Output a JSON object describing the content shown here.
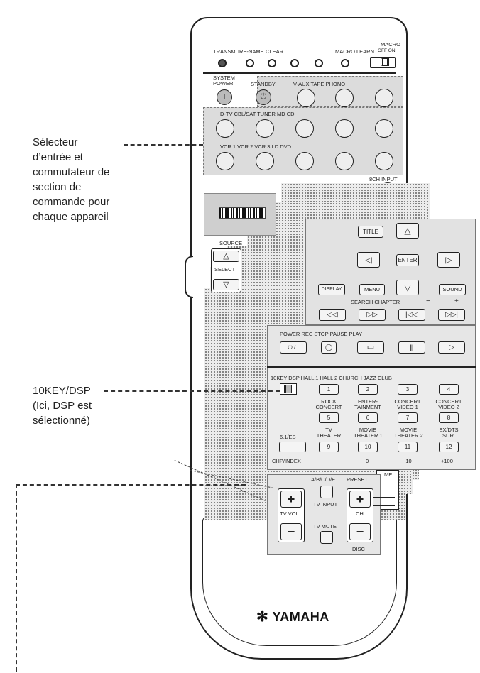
{
  "callouts": {
    "selector": [
      "Sélecteur",
      "d’entrée et",
      "commutateur de",
      "section de",
      "commande pour",
      "chaque appareil"
    ],
    "tenkey": [
      "10KEY/DSP",
      "(Ici, DSP est",
      "sélectionné)"
    ]
  },
  "top": {
    "transmit": "TRANSMIT",
    "rename": "RE-NAME",
    "clear": "CLEAR",
    "macro_learn": "MACRO LEARN",
    "macro": "MACRO",
    "off_on": "OFF ON"
  },
  "power": {
    "system_power": [
      "SYSTEM",
      "POWER"
    ],
    "system_power_symbol": "I",
    "standby": "STANDBY",
    "standby_symbol": "⏻"
  },
  "inputs": {
    "row1": "V-AUX TAPE PHONO",
    "row2": "D-TV CBL/SAT TUNER  MD  CD",
    "row3": "VCR 1  VCR 2  VCR 3  LD  DVD"
  },
  "eight_input": "8CH INPUT",
  "source": {
    "label": "SOURCE",
    "select": "SELECT",
    "up": "△",
    "down": "▽"
  },
  "dvd": {
    "title": "TITLE",
    "enter": "ENTER",
    "display": "DISPLAY",
    "menu": "MENU",
    "sound": "SOUND",
    "up": "△",
    "down": "▽",
    "left": "◁",
    "right": "▷",
    "search_chapter": "SEARCH CHAPTER",
    "minus": "−",
    "plus": "+",
    "rew": "◁◁",
    "ff": "▷▷",
    "prev": "|◁◁",
    "next": "▷▷|",
    "transport_label": "POWER  REC  STOP  PAUSE  PLAY",
    "power_sym": "⏻ / I",
    "rec_sym": "◯",
    "stop_sym": "▭",
    "pause_sym": "||",
    "play_sym": "▷"
  },
  "dsp": {
    "header": "10KEY DSP  HALL 1  HALL 2  CHURCH      JAZZ CLUB",
    "row1": [
      "1",
      "2",
      "3",
      "4"
    ],
    "labels2": [
      [
        "ROCK",
        "CONCERT"
      ],
      [
        "ENTER-",
        "TAINMENT"
      ],
      [
        "CONCERT",
        "VIDEO 1"
      ],
      [
        "CONCERT",
        "VIDEO 2"
      ]
    ],
    "row2": [
      "5",
      "6",
      "7",
      "8"
    ],
    "labels3": [
      [
        "6.1/ES"
      ],
      [
        "TV",
        "THEATER"
      ],
      [
        "MOVIE",
        "THEATER 1"
      ],
      [
        "MOVIE",
        "THEATER 2"
      ],
      [
        "EX/DTS",
        "SUR."
      ]
    ],
    "row3": [
      "9",
      "10",
      "11",
      "12"
    ],
    "footer": [
      "CHP/INDEX",
      "0",
      "−10",
      "+100"
    ]
  },
  "bottom": {
    "abcde": "A/B/C/D/E",
    "preset": "PRESET",
    "tv_input": "TV INPUT",
    "tv_vol": "TV VOL",
    "ch": "CH",
    "tv_mute": "TV MUTE",
    "disc": "DISC",
    "plus": "+",
    "minus": "−",
    "me": "ME"
  },
  "brand": {
    "logo": "✻",
    "name": "YAMAHA"
  },
  "colors": {
    "body": "#ffffff",
    "panel": "#dcdcdc",
    "ink": "#222222"
  }
}
